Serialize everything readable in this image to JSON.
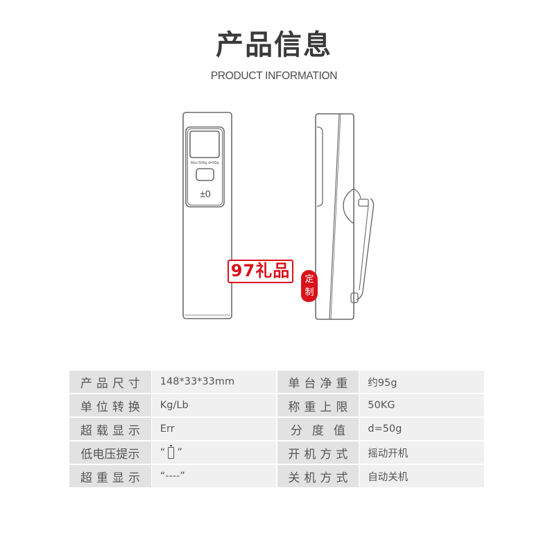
{
  "header": {
    "title_cn": "产品信息",
    "title_en": "PRODUCT INFORMATION"
  },
  "device_front": {
    "display_label": "Max:50kg  d=50g",
    "tare_label": "±0"
  },
  "watermark": {
    "brand": "97礼品",
    "seal_top": "定",
    "seal_bottom": "制"
  },
  "specs": {
    "rows": [
      {
        "left_label": "产品尺寸",
        "left_value": "148*33*33mm",
        "right_label": "单台净重",
        "right_value": "约95g"
      },
      {
        "left_label": "单位转换",
        "left_value": "Kg/Lb",
        "right_label": "称重上限",
        "right_value": "50KG"
      },
      {
        "left_label": "超载显示",
        "left_value": "Err",
        "right_label": "分度值",
        "right_value": "d=50g"
      },
      {
        "left_label": "低电压提示",
        "left_value_prefix": "“",
        "left_value_icon": "battery-icon",
        "left_value_suffix": "”",
        "right_label": "开机方式",
        "right_value": "摇动开机"
      },
      {
        "left_label": "超重显示",
        "left_value": "“----”",
        "right_label": "关机方式",
        "right_value": "自动关机"
      }
    ]
  },
  "colors": {
    "label_bg": "#e2e2e2",
    "value_bg": "#f0f0f0",
    "text": "#555555",
    "accent_red": "#d9121b"
  }
}
